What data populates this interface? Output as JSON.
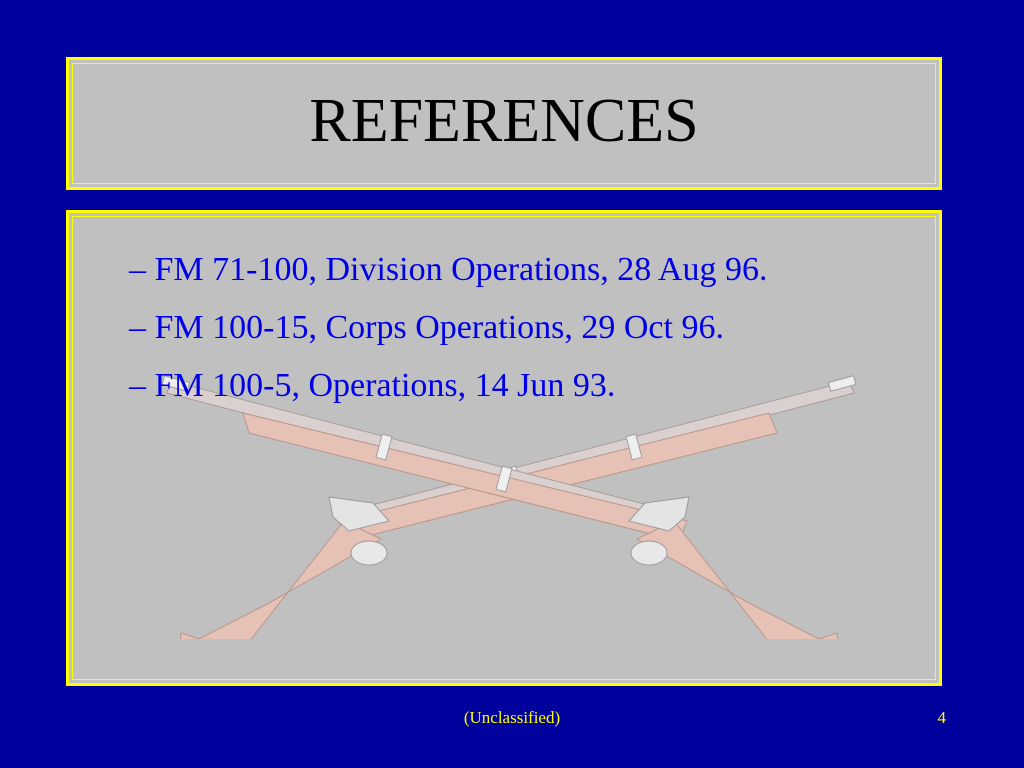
{
  "slide": {
    "title": "REFERENCES",
    "references": [
      "– FM 71-100, Division Operations, 28 Aug 96.",
      "– FM 100-15, Corps Operations, 29 Oct 96.",
      "– FM 100-5, Operations, 14 Jun 93."
    ],
    "emblem": "crossed-rifles-icon"
  },
  "footer": {
    "classification": "(Unclassified)",
    "page_number": "4"
  },
  "colors": {
    "background": "#00009c",
    "panel": "#c0c0c0",
    "border": "#ffff00",
    "title_text": "#000000",
    "body_text": "#0000e6",
    "footer_text": "#ffff00"
  }
}
